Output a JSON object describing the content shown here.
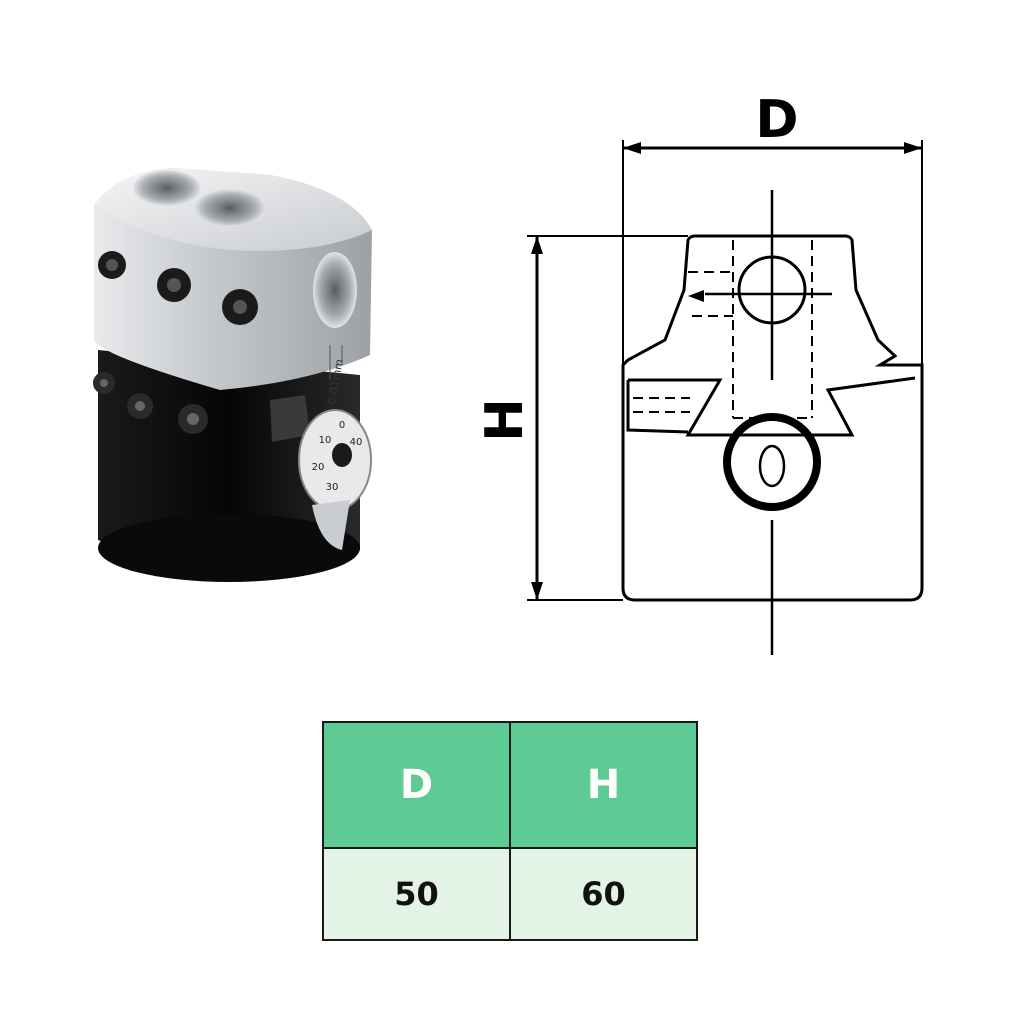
{
  "colors": {
    "table_header_bg": "#5ecb94",
    "table_value_bg": "#e3f3e6",
    "body_black": "#0c0c0c",
    "head_silver": "#c9ccd0"
  },
  "drawing": {
    "label_d": "D",
    "label_h": "H"
  },
  "product": {
    "scale_label": "0.01mm",
    "dial_marks": [
      "0",
      "10",
      "20",
      "30",
      "40"
    ]
  },
  "table": {
    "headers": [
      "D",
      "H"
    ],
    "values": [
      "50",
      "60"
    ]
  }
}
